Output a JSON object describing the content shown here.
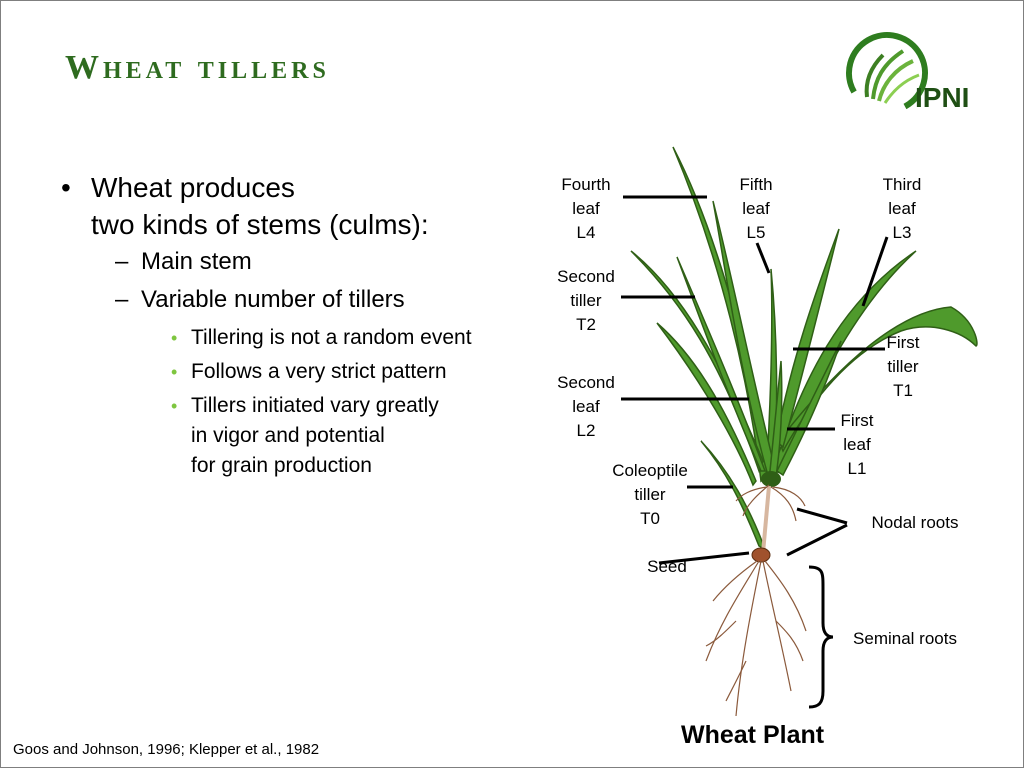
{
  "slide": {
    "title": "Wheat tillers",
    "logo_text": "IPNI",
    "bullets": {
      "main_lines": [
        "Wheat produces",
        "two kinds of stems (culms):"
      ],
      "sub": [
        "Main stem",
        "Variable number of tillers"
      ],
      "subsub": [
        [
          "Tillering is not a random event"
        ],
        [
          "Follows a very strict pattern"
        ],
        [
          "Tillers initiated vary greatly",
          "in vigor and potential",
          "for grain production"
        ]
      ]
    },
    "labels": {
      "fourth_leaf": [
        "Fourth",
        "leaf",
        "L4"
      ],
      "fifth_leaf": [
        "Fifth",
        "leaf",
        "L5"
      ],
      "third_leaf": [
        "Third",
        "leaf",
        "L3"
      ],
      "second_tiller": [
        "Second",
        "tiller",
        "T2"
      ],
      "first_tiller": [
        "First",
        "tiller",
        "T1"
      ],
      "second_leaf": [
        "Second",
        "leaf",
        "L2"
      ],
      "first_leaf": [
        "First",
        "leaf",
        "L1"
      ],
      "coleoptile_tiller": [
        "Coleoptile",
        "tiller",
        "T0"
      ],
      "nodal_roots": "Nodal roots",
      "seed": "Seed",
      "seminal_roots": "Seminal roots"
    },
    "diagram_title": "Wheat Plant",
    "citation": "Goos and Johnson, 1996; Klepper et al., 1982",
    "colors": {
      "title": "#2e6b1f",
      "leaf": "#4f9a2c",
      "leaf_dark": "#2f5f16",
      "bullet_green": "#7ec63f",
      "seed": "#a0522d"
    }
  }
}
